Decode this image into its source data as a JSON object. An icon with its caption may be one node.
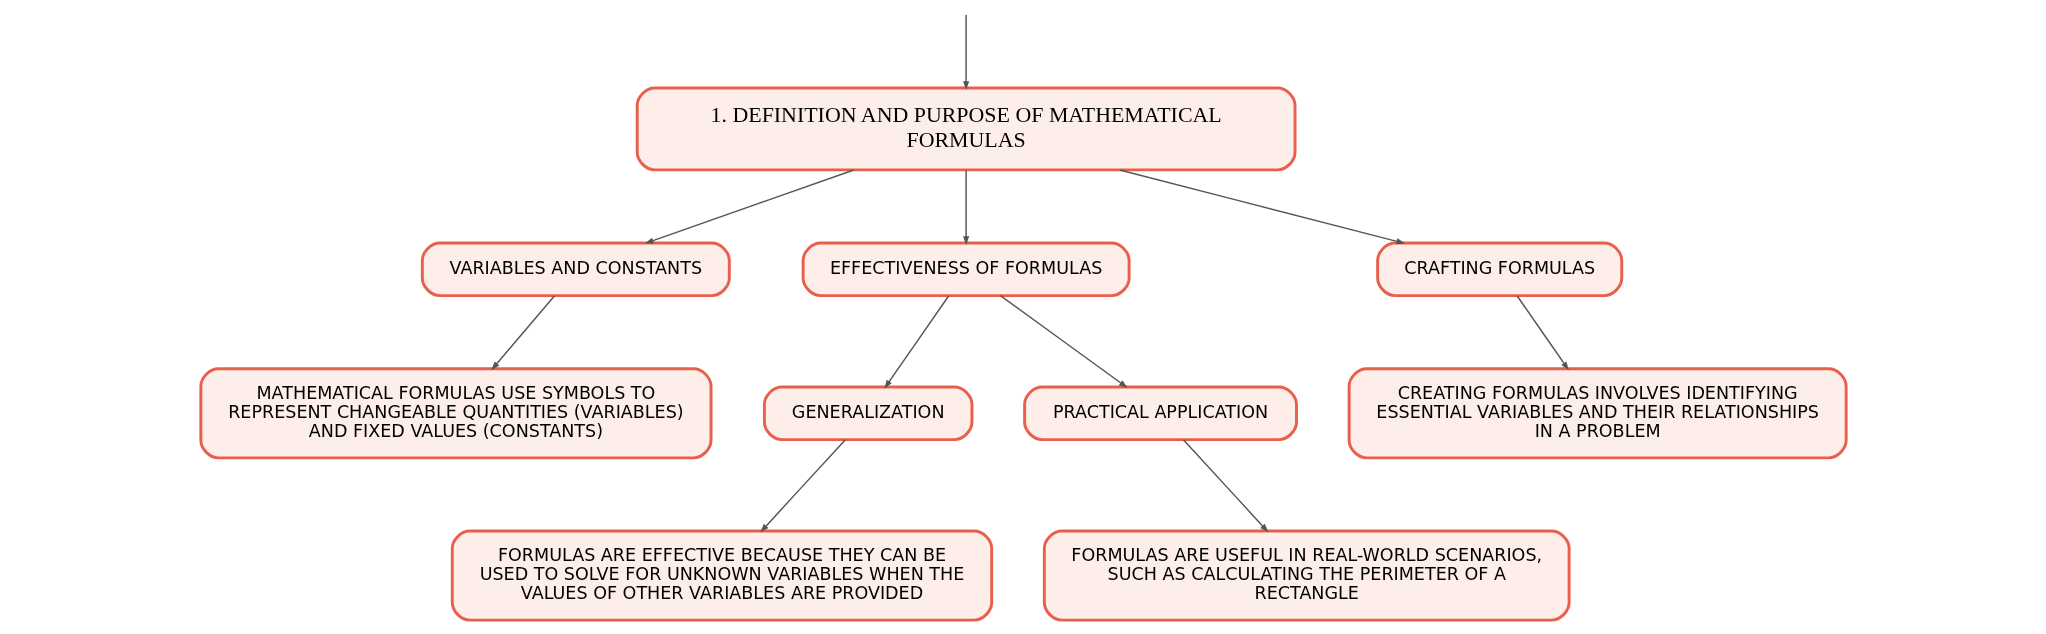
{
  "diagram": {
    "nodes": [
      {
        "text": [
          "1. DEFINITION AND PURPOSE OF MATHEMATICAL FORMULAS"
        ]
      },
      {
        "text": [
          "VARIABLES AND CONSTANTS"
        ]
      },
      {
        "text": [
          "EFFECTIVENESS OF FORMULAS"
        ]
      },
      {
        "text": [
          "CRAFTING FORMULAS"
        ]
      },
      {
        "text": [
          "MATHEMATICAL FORMULAS USE SYMBOLS TO REPRESENT CHANGEABLE QUANTITIES (VARIABLES) AND FIXED VALUES (CONSTANTS)"
        ]
      },
      {
        "text": [
          "GENERALIZATION"
        ]
      },
      {
        "text": [
          "PRACTICAL APPLICATION"
        ]
      },
      {
        "text": [
          "CREATING FORMULAS INVOLVES IDENTIFYING ESSENTIAL VARIABLES AND THEIR RELATIONSHIPS IN A PROBLEM"
        ]
      },
      {
        "text": [
          "FORMULAS ARE EFFECTIVE BECAUSE THEY CAN BE USED TO SOLVE FOR UNKNOWN VARIABLES WHEN THE VALUES OF OTHER VARIABLES ARE PROVIDED"
        ]
      },
      {
        "text": [
          "FORMULAS ARE USEFUL IN REAL-WORLD SCENARIOS, SUCH AS CALCULATING THE PERIMETER OF A RECTANGLE"
        ]
      }
    ],
    "edges": [
      {
        "from": null,
        "to": 0,
        "arrow": "to"
      },
      {
        "from": 0,
        "to": 1,
        "arrow": "to"
      },
      {
        "from": 0,
        "to": 2,
        "arrow": "to"
      },
      {
        "from": 0,
        "to": 3,
        "arrow": "to"
      },
      {
        "from": 1,
        "to": 4,
        "arrow": "to"
      },
      {
        "from": 2,
        "to": 5,
        "arrow": "to"
      },
      {
        "from": 2,
        "to": 6,
        "arrow": "to"
      },
      {
        "from": 3,
        "to": 7,
        "arrow": "to"
      },
      {
        "from": 5,
        "to": 8,
        "arrow": "to"
      },
      {
        "from": 6,
        "to": 9,
        "arrow": "to"
      }
    ]
  }
}
